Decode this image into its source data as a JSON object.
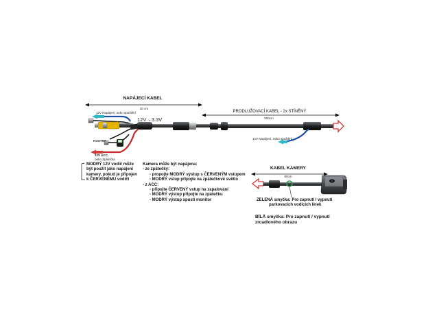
{
  "labels": {
    "power_cable_title": "NAPÁJECÍ KABEL",
    "power_cable_length": "30 cm",
    "extension_title": "PRODLUŽOVACÍ KABEL - 2x STÍNĚNÝ",
    "extension_length": "800cm",
    "power_12v_top": "12V Napájení, nebo spuštění",
    "power_12v_ext": "12V Napájení, nebo spuštění",
    "voltage": "12V→3.3V",
    "ground": "KOSTRA",
    "acc_line1": "12V ACC.",
    "acc_line2": "nebo Zpátečka",
    "camera_cable_title": "KABEL KAMERY",
    "camera_cable_length": "80cm"
  },
  "notes": {
    "blue_wire": [
      "MODRÝ 12V vodič může",
      "být použít jako napájení",
      "kamery, pokud je připojen",
      "k ČERVENÉMU vodiči"
    ],
    "camera_power": [
      "Kamera může být napájena:",
      "- ze zpátečky:",
      "- propojte MODRÝ výstup s ČERVENÝM vstupem",
      "- MODRÝ vstup připojte na zpátečkové světlo",
      "- z ACC:",
      "- připojte ČERVENÝ vstup na zapalování",
      "- MODRÝ výstup připojte na zpátečku",
      "- MODRÝ výstup spustí monitor"
    ],
    "green_loop": [
      "ZELENÁ smyčka: Pro zapnutí / vypnutí",
      "parkovacích vodicích linek"
    ],
    "white_loop": [
      "BÍLÁ smyčka: Pro zapnutí / vypnutí",
      "zrcadlového obrazu"
    ]
  },
  "colors": {
    "cable": "#3a3d40",
    "blue_wire": "#1f4fa0",
    "red_wire": "#c0282a",
    "rca_yellow": "#e8b400",
    "arrow_red": "#d23a3a",
    "arrow_cyan": "#2fb8c8",
    "green_loop": "#2e9a4a"
  }
}
